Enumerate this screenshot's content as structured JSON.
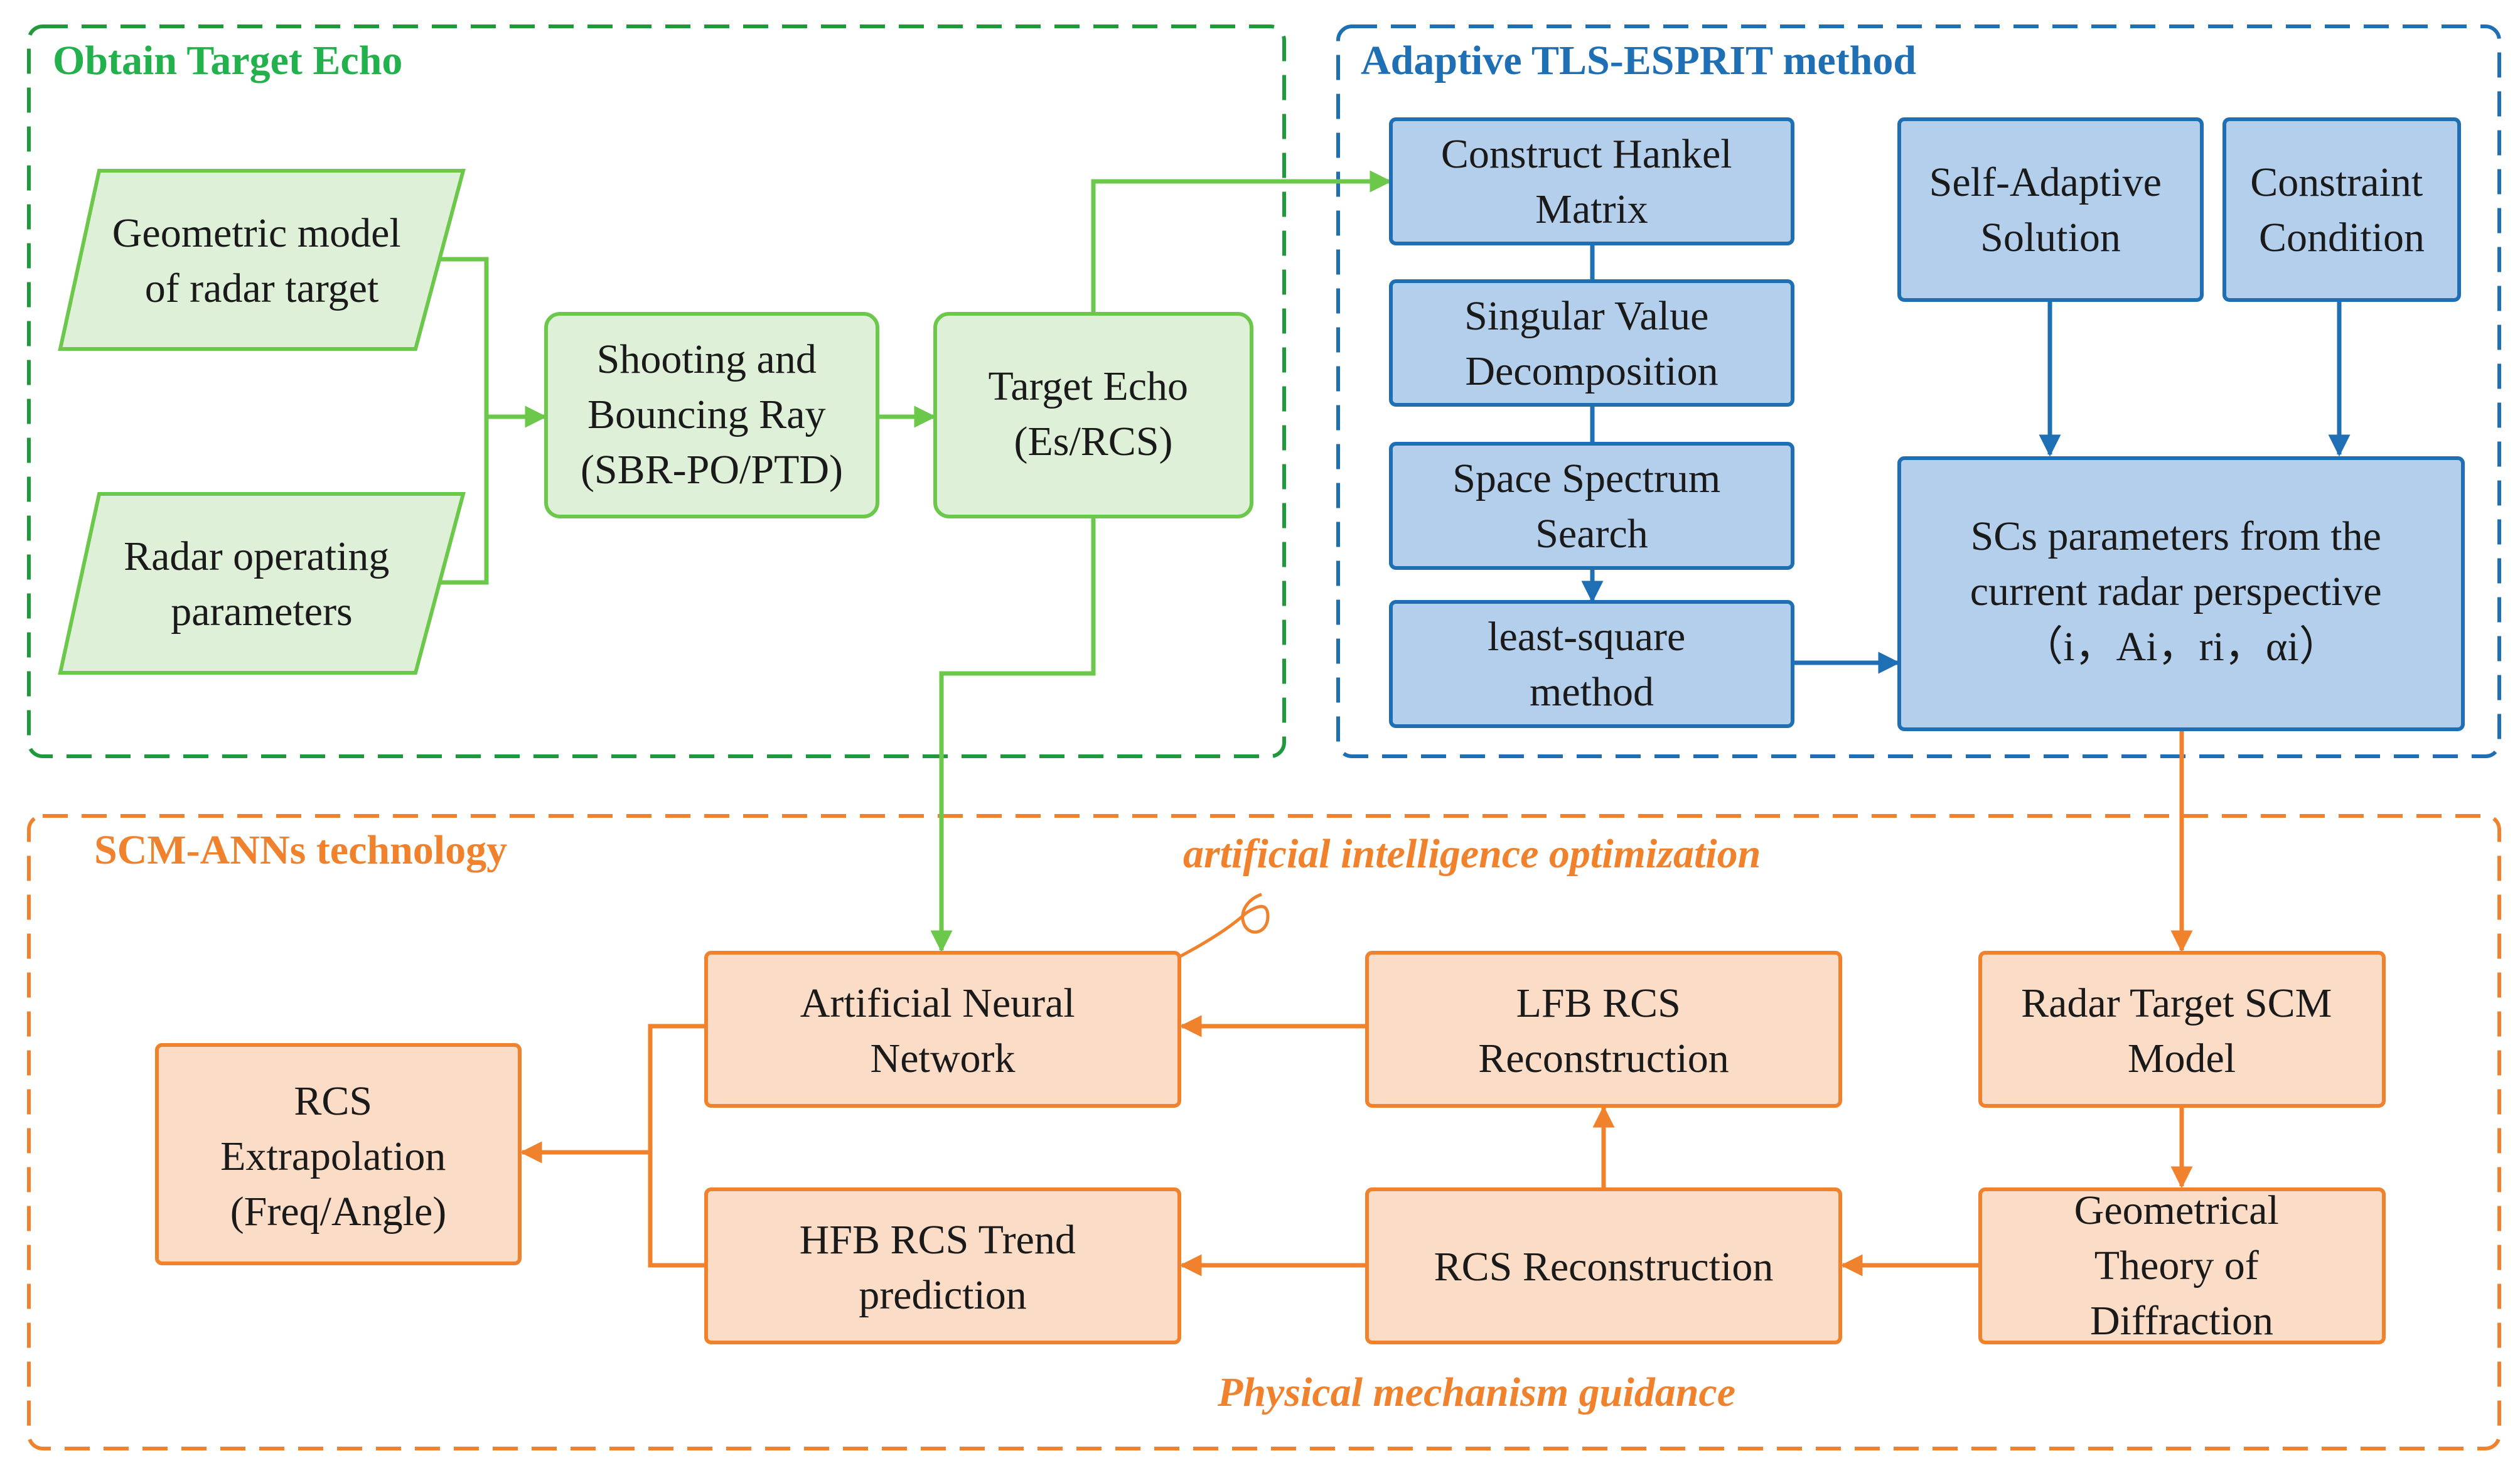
{
  "colors": {
    "green_stroke": "#6cc84a",
    "green_fill": "#dff0d8",
    "green_panel": "#1e9a3a",
    "blue_stroke": "#1f6fb5",
    "blue_fill": "#b4cfeb",
    "orange_stroke": "#f0822d",
    "orange_fill": "#fbdcc6"
  },
  "panels": {
    "echo": {
      "title": "Obtain Target Echo"
    },
    "esprit": {
      "title": "Adaptive TLS-ESPRIT method"
    },
    "scm": {
      "title": "SCM-ANNs technology"
    }
  },
  "labels": {
    "ai_opt": "artificial intelligence optimization",
    "phys": "Physical mechanism guidance"
  },
  "nodes": {
    "geo_model": [
      "Geometric model",
      "of radar target"
    ],
    "radar_params": [
      "Radar operating",
      "parameters"
    ],
    "sbr": [
      "Shooting and",
      "Bouncing Ray",
      "(SBR-PO/PTD)"
    ],
    "target_echo": [
      "Target Echo",
      "(Es/RCS)"
    ],
    "hankel": [
      "Construct Hankel",
      "Matrix"
    ],
    "svd": [
      "Singular Value",
      "Decomposition"
    ],
    "spectrum": [
      "Space Spectrum",
      "Search"
    ],
    "lsq": [
      "least-square",
      "method"
    ],
    "self_adaptive": [
      "Self-Adaptive",
      "Solution"
    ],
    "constraint": [
      "Constraint",
      "Condition"
    ],
    "scs_params": [
      "SCs parameters from the",
      "current radar perspective",
      "（i，Ai，ri，αi）"
    ],
    "ann": [
      "Artificial Neural",
      "Network"
    ],
    "lfb": [
      "LFB RCS",
      "Reconstruction"
    ],
    "scm_model": [
      "Radar Target SCM",
      "Model"
    ],
    "rcs_extrap": [
      "RCS",
      "Extrapolation",
      "(Freq/Angle)"
    ],
    "hfb": [
      "HFB RCS Trend",
      "prediction"
    ],
    "rcs_recon": [
      "RCS Reconstruction"
    ],
    "gtd": [
      "Geometrical",
      "Theory of",
      "Diffraction"
    ]
  }
}
